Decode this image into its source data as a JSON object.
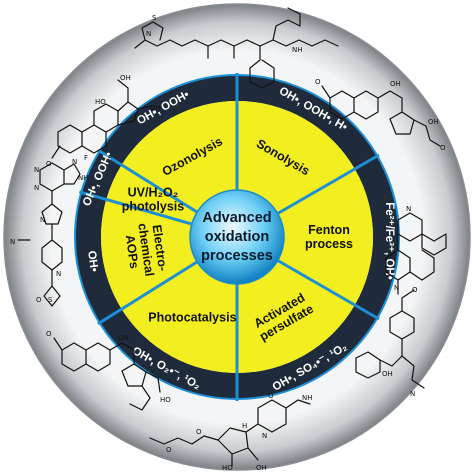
{
  "center": {
    "line1": "Advanced",
    "line2": "oxidation",
    "line3": "processes"
  },
  "colors": {
    "outer_ring": "#8a8e93",
    "outer_ring_light": "#e8eaec",
    "dark_ring": "#1f2b3a",
    "segment_fill": "#f2ee1f",
    "divider": "#1c8fd6",
    "center_light": "#eaf8ff",
    "center_mid": "#5cc6f2",
    "center_dark": "#0f88c9"
  },
  "segments": [
    {
      "id": "ozonolysis",
      "lines": [
        "Ozonolysis"
      ],
      "species": [
        "OH•, OOH•"
      ]
    },
    {
      "id": "sonolysis",
      "lines": [
        "Sonolysis"
      ],
      "species": [
        "OH•, OOH•, H•"
      ]
    },
    {
      "id": "fenton",
      "lines": [
        "Fenton",
        "process"
      ],
      "species": [
        "Fe²⁺/Fe³⁺, OH•"
      ]
    },
    {
      "id": "persulfate",
      "lines": [
        "Activated",
        "persulfate"
      ],
      "species": [
        "OH•, SO₄•⁻, ¹O₂"
      ]
    },
    {
      "id": "photocatalysis",
      "lines": [
        "Photocatalysis"
      ],
      "species": [
        "OH•, O₂•⁻, ¹O₂"
      ]
    },
    {
      "id": "electrochemical",
      "lines": [
        "Electro-",
        "chemical",
        "AOPs"
      ],
      "species": [
        "OH•"
      ]
    },
    {
      "id": "uvh2o2",
      "lines": [
        "UV/H₂O₂",
        "photolysis"
      ],
      "species": [
        "OH•, OOH•"
      ]
    }
  ],
  "molecule_labels": {
    "ho_1": "HO",
    "oh_1": "OH",
    "o_1": "O",
    "f_1": "F",
    "f_2": "F",
    "oh_2": "OH",
    "n_1": "N",
    "s_1": "S",
    "nh_1": "NH",
    "o_2": "O",
    "oh_3": "OH",
    "oh_4": "OH",
    "o_3": "O",
    "n_2": "N",
    "n_3": "N",
    "n_4": "N",
    "nh_2": "NH",
    "n_5": "N",
    "n_6": "N",
    "n_7": "N",
    "o_4": "O",
    "s_2": "S",
    "n_8": "N",
    "n_9": "N",
    "o_5": "O",
    "oh_5": "OH",
    "ho_2": "HO",
    "n_10": "N",
    "o_6": "O",
    "n_11": "N",
    "nh_3": "NH",
    "oh_6": "OH",
    "o_7": "O",
    "ho_3": "HO",
    "oh_7": "OH",
    "h_1": "H",
    "o_8": "O",
    "o_9": "O"
  }
}
